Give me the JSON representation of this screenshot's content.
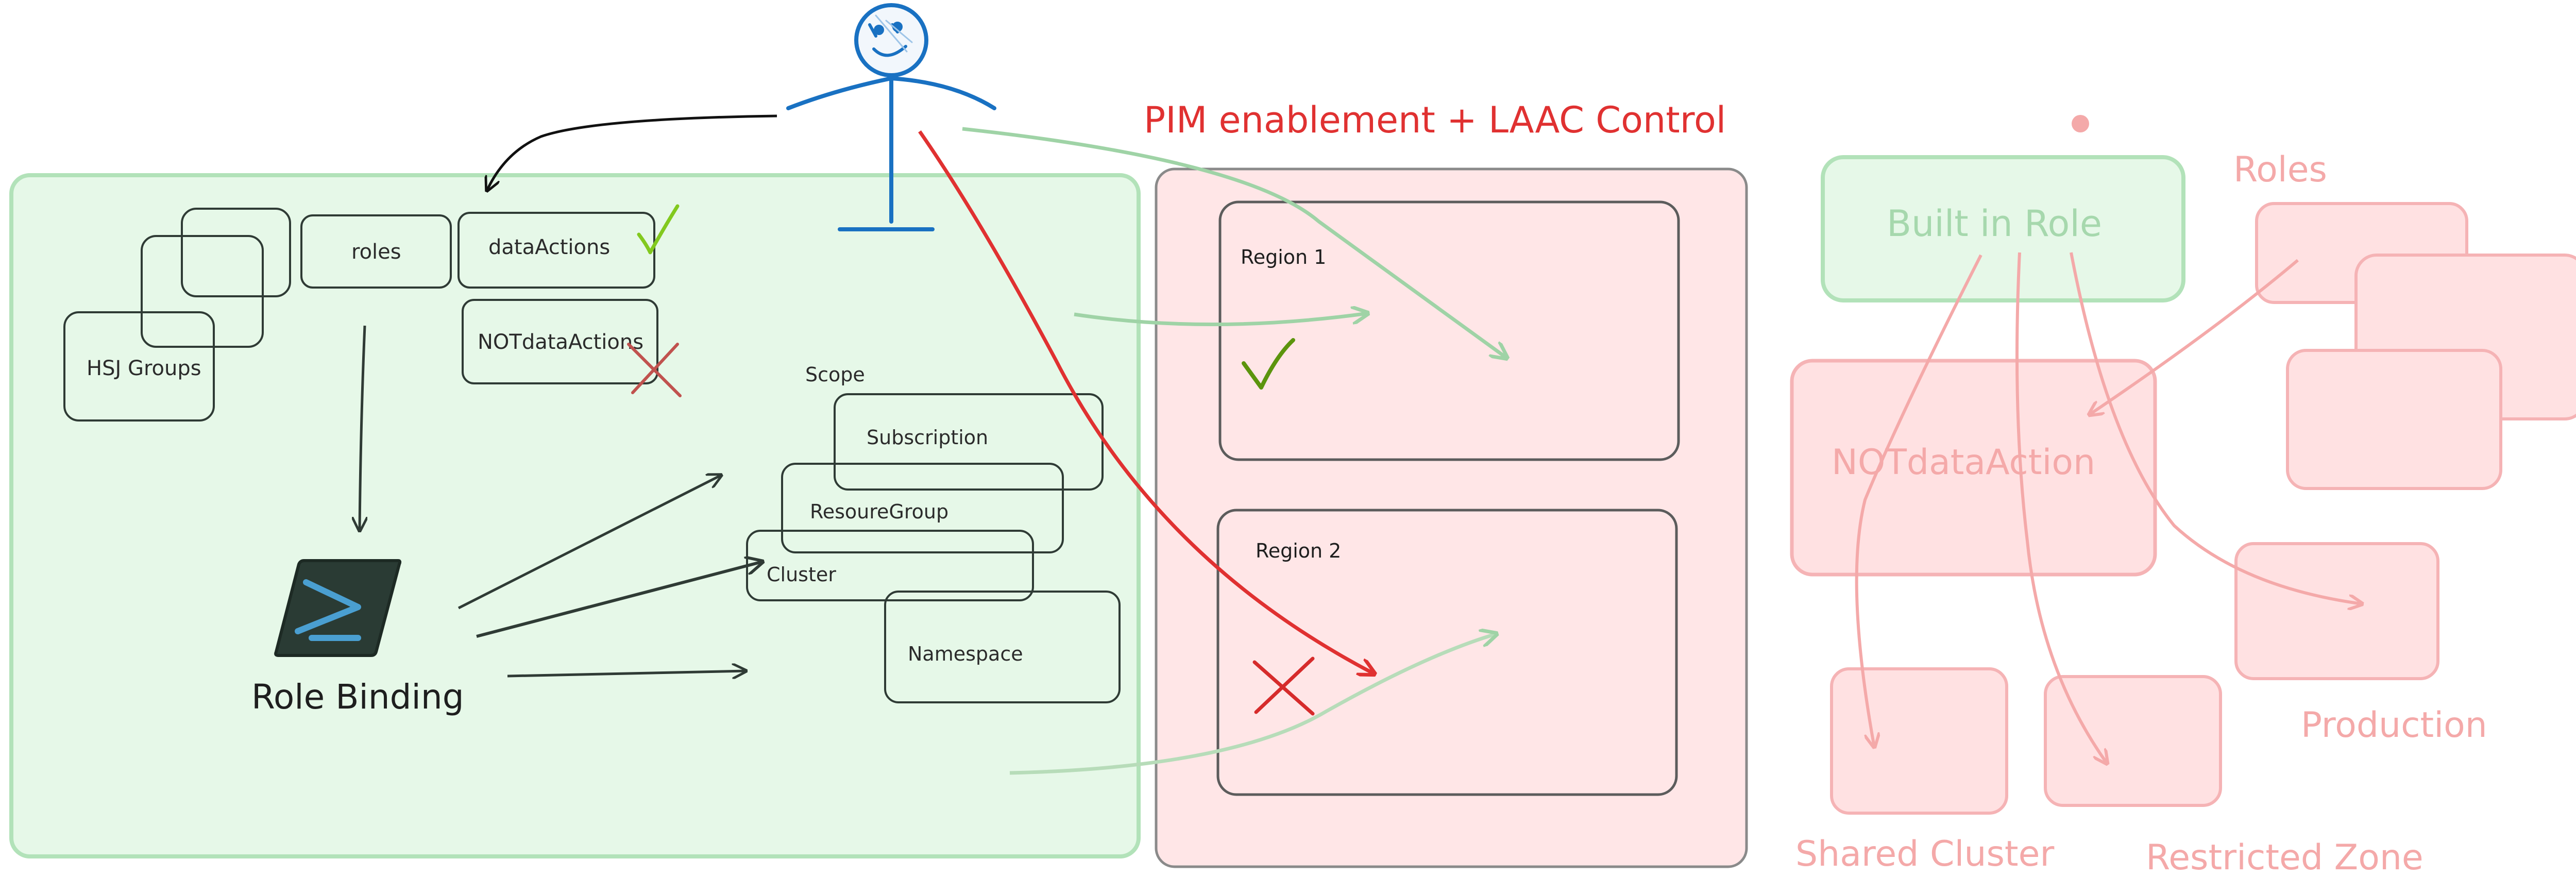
{
  "title": "PIM enablement + LAAC Control",
  "left_panel": {
    "groups_label": "HSJ Groups",
    "roles_label": "roles",
    "data_actions_label": "dataActions",
    "not_data_actions_label": "NOTdataActions",
    "role_binding_label": "Role Binding",
    "scope_label": "Scope",
    "scopes": [
      "Subscription",
      "ResoureGroup",
      "Cluster",
      "Namespace"
    ]
  },
  "middle_panel": {
    "regions": [
      {
        "label": "Region 1",
        "status": "allowed"
      },
      {
        "label": "Region 2",
        "status": "denied"
      }
    ]
  },
  "right_panel": {
    "built_in_role_label": "Built in Role",
    "roles_label": "Roles",
    "not_data_action_label": "NOTdataAction",
    "production_label": "Production",
    "shared_cluster_label": "Shared Cluster",
    "restricted_zone_label": "Restricted Zone"
  },
  "colors": {
    "green_fill": "#e6f8e8",
    "green_stroke": "#b2e2b9",
    "red_fill": "#ffe6e7",
    "red_stroke": "#f5a3a6",
    "ink": "#2f3b35",
    "accent_red": "#e03131",
    "actor_blue": "#1971c2",
    "check_green": "#66a80f"
  },
  "icons": [
    "stick-figure-user-icon",
    "powershell-prompt-icon",
    "checkmark-icon",
    "cross-icon"
  ]
}
